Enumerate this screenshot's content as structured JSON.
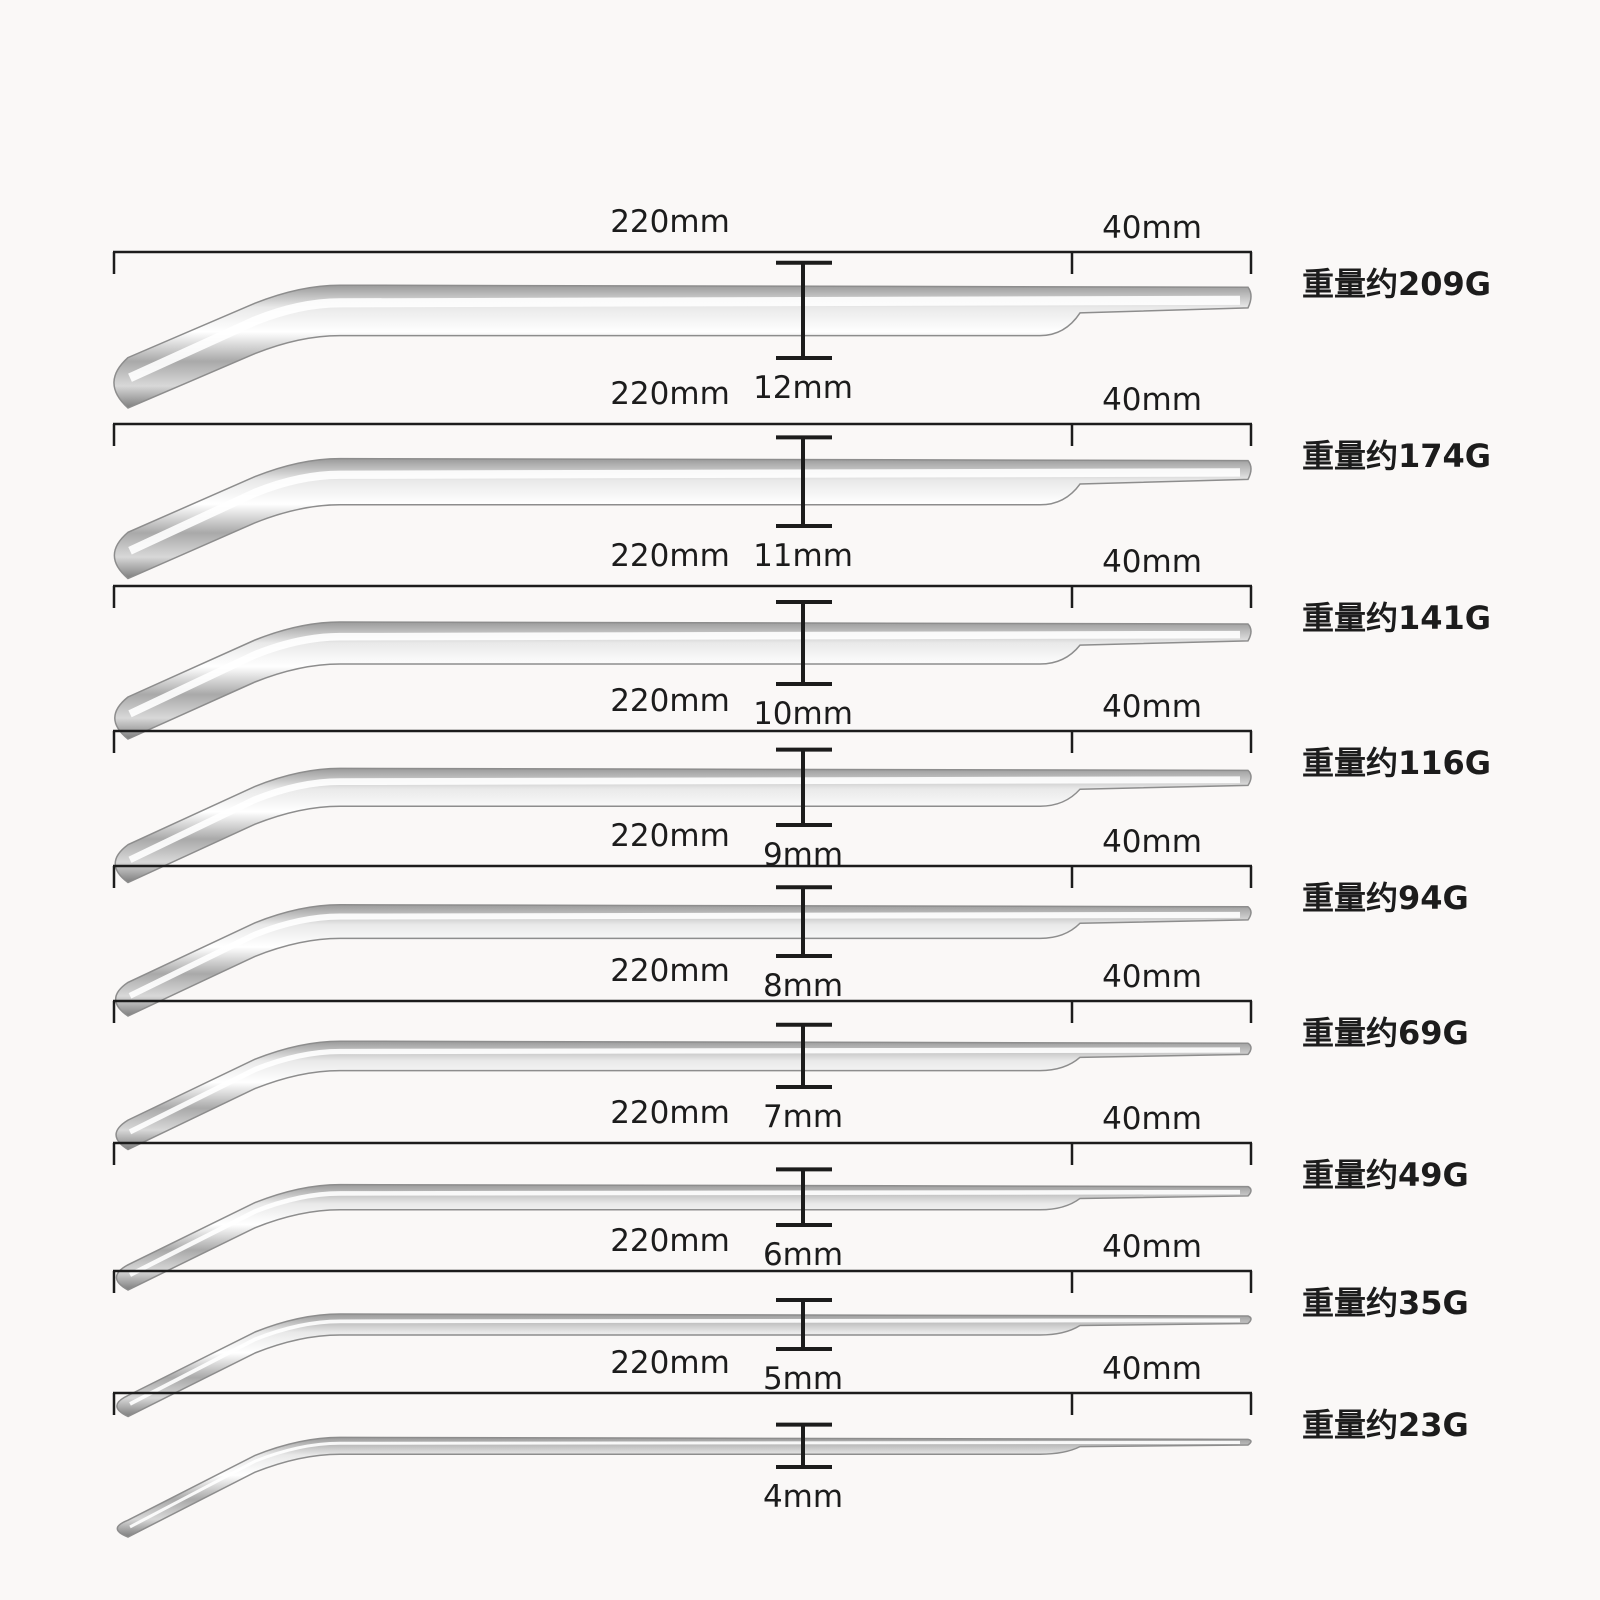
{
  "rods": [
    {
      "length": "220mm",
      "tip_length": "40mm",
      "diameter": "12mm",
      "weight": "重量约209G",
      "d_mm": 12
    },
    {
      "length": "220mm",
      "tip_length": "40mm",
      "diameter": "11mm",
      "weight": "重量约174G",
      "d_mm": 11
    },
    {
      "length": "220mm",
      "tip_length": "40mm",
      "diameter": "10mm",
      "weight": "重量约141G",
      "d_mm": 10
    },
    {
      "length": "220mm",
      "tip_length": "40mm",
      "diameter": "9mm",
      "weight": "重量约116G",
      "d_mm": 9
    },
    {
      "length": "220mm",
      "tip_length": "40mm",
      "diameter": "8mm",
      "weight": "重量约94G",
      "d_mm": 8
    },
    {
      "length": "220mm",
      "tip_length": "40mm",
      "diameter": "7mm",
      "weight": "重量约69G",
      "d_mm": 7
    },
    {
      "length": "220mm",
      "tip_length": "40mm",
      "diameter": "6mm",
      "weight": "重量约49G",
      "d_mm": 6
    },
    {
      "length": "220mm",
      "tip_length": "40mm",
      "diameter": "5mm",
      "weight": "重量约35G",
      "d_mm": 5
    },
    {
      "length": "220mm",
      "tip_length": "40mm",
      "diameter": "4mm",
      "weight": "重量约23G",
      "d_mm": 4
    }
  ],
  "colors": {
    "background": "#faf8f7",
    "line": "#1c1c1c",
    "metal_dark": "#8d8d8d",
    "metal_mid": "#c4c4c4",
    "metal_light": "#f7f7f7"
  }
}
